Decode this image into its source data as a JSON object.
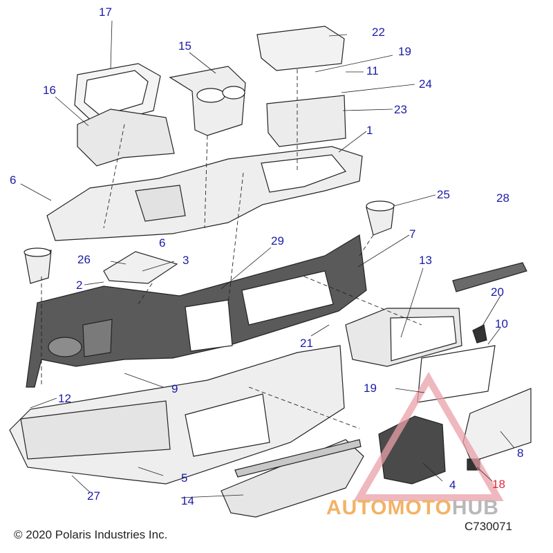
{
  "callouts": [
    {
      "num": "1"
    },
    {
      "num": "2"
    },
    {
      "num": "3"
    },
    {
      "num": "4"
    },
    {
      "num": "5"
    },
    {
      "num": "6"
    },
    {
      "num": "6"
    },
    {
      "num": "7"
    },
    {
      "num": "8"
    },
    {
      "num": "9"
    },
    {
      "num": "10"
    },
    {
      "num": "11"
    },
    {
      "num": "12"
    },
    {
      "num": "13"
    },
    {
      "num": "14"
    },
    {
      "num": "15"
    },
    {
      "num": "16"
    },
    {
      "num": "17"
    },
    {
      "num": "18"
    },
    {
      "num": "19"
    },
    {
      "num": "19"
    },
    {
      "num": "20"
    },
    {
      "num": "21"
    },
    {
      "num": "22"
    },
    {
      "num": "23"
    },
    {
      "num": "24"
    },
    {
      "num": "25"
    },
    {
      "num": "26"
    },
    {
      "num": "27"
    },
    {
      "num": "28"
    },
    {
      "num": "29"
    }
  ],
  "copyright": "© 2020 Polaris Industries Inc.",
  "figure_id": "C730071",
  "watermark": {
    "part1": "AUTOMOTO",
    "part2": "HUB",
    "color_primary": "#f2b266",
    "color_secondary": "#b8b8b8",
    "triangle_color": "#e8a0a8"
  },
  "colors": {
    "callout": "#1a1aa8",
    "callout_highlight": "#e0283a",
    "part_fill": "#efefef",
    "part_dark": "#555555",
    "line": "#222222"
  }
}
